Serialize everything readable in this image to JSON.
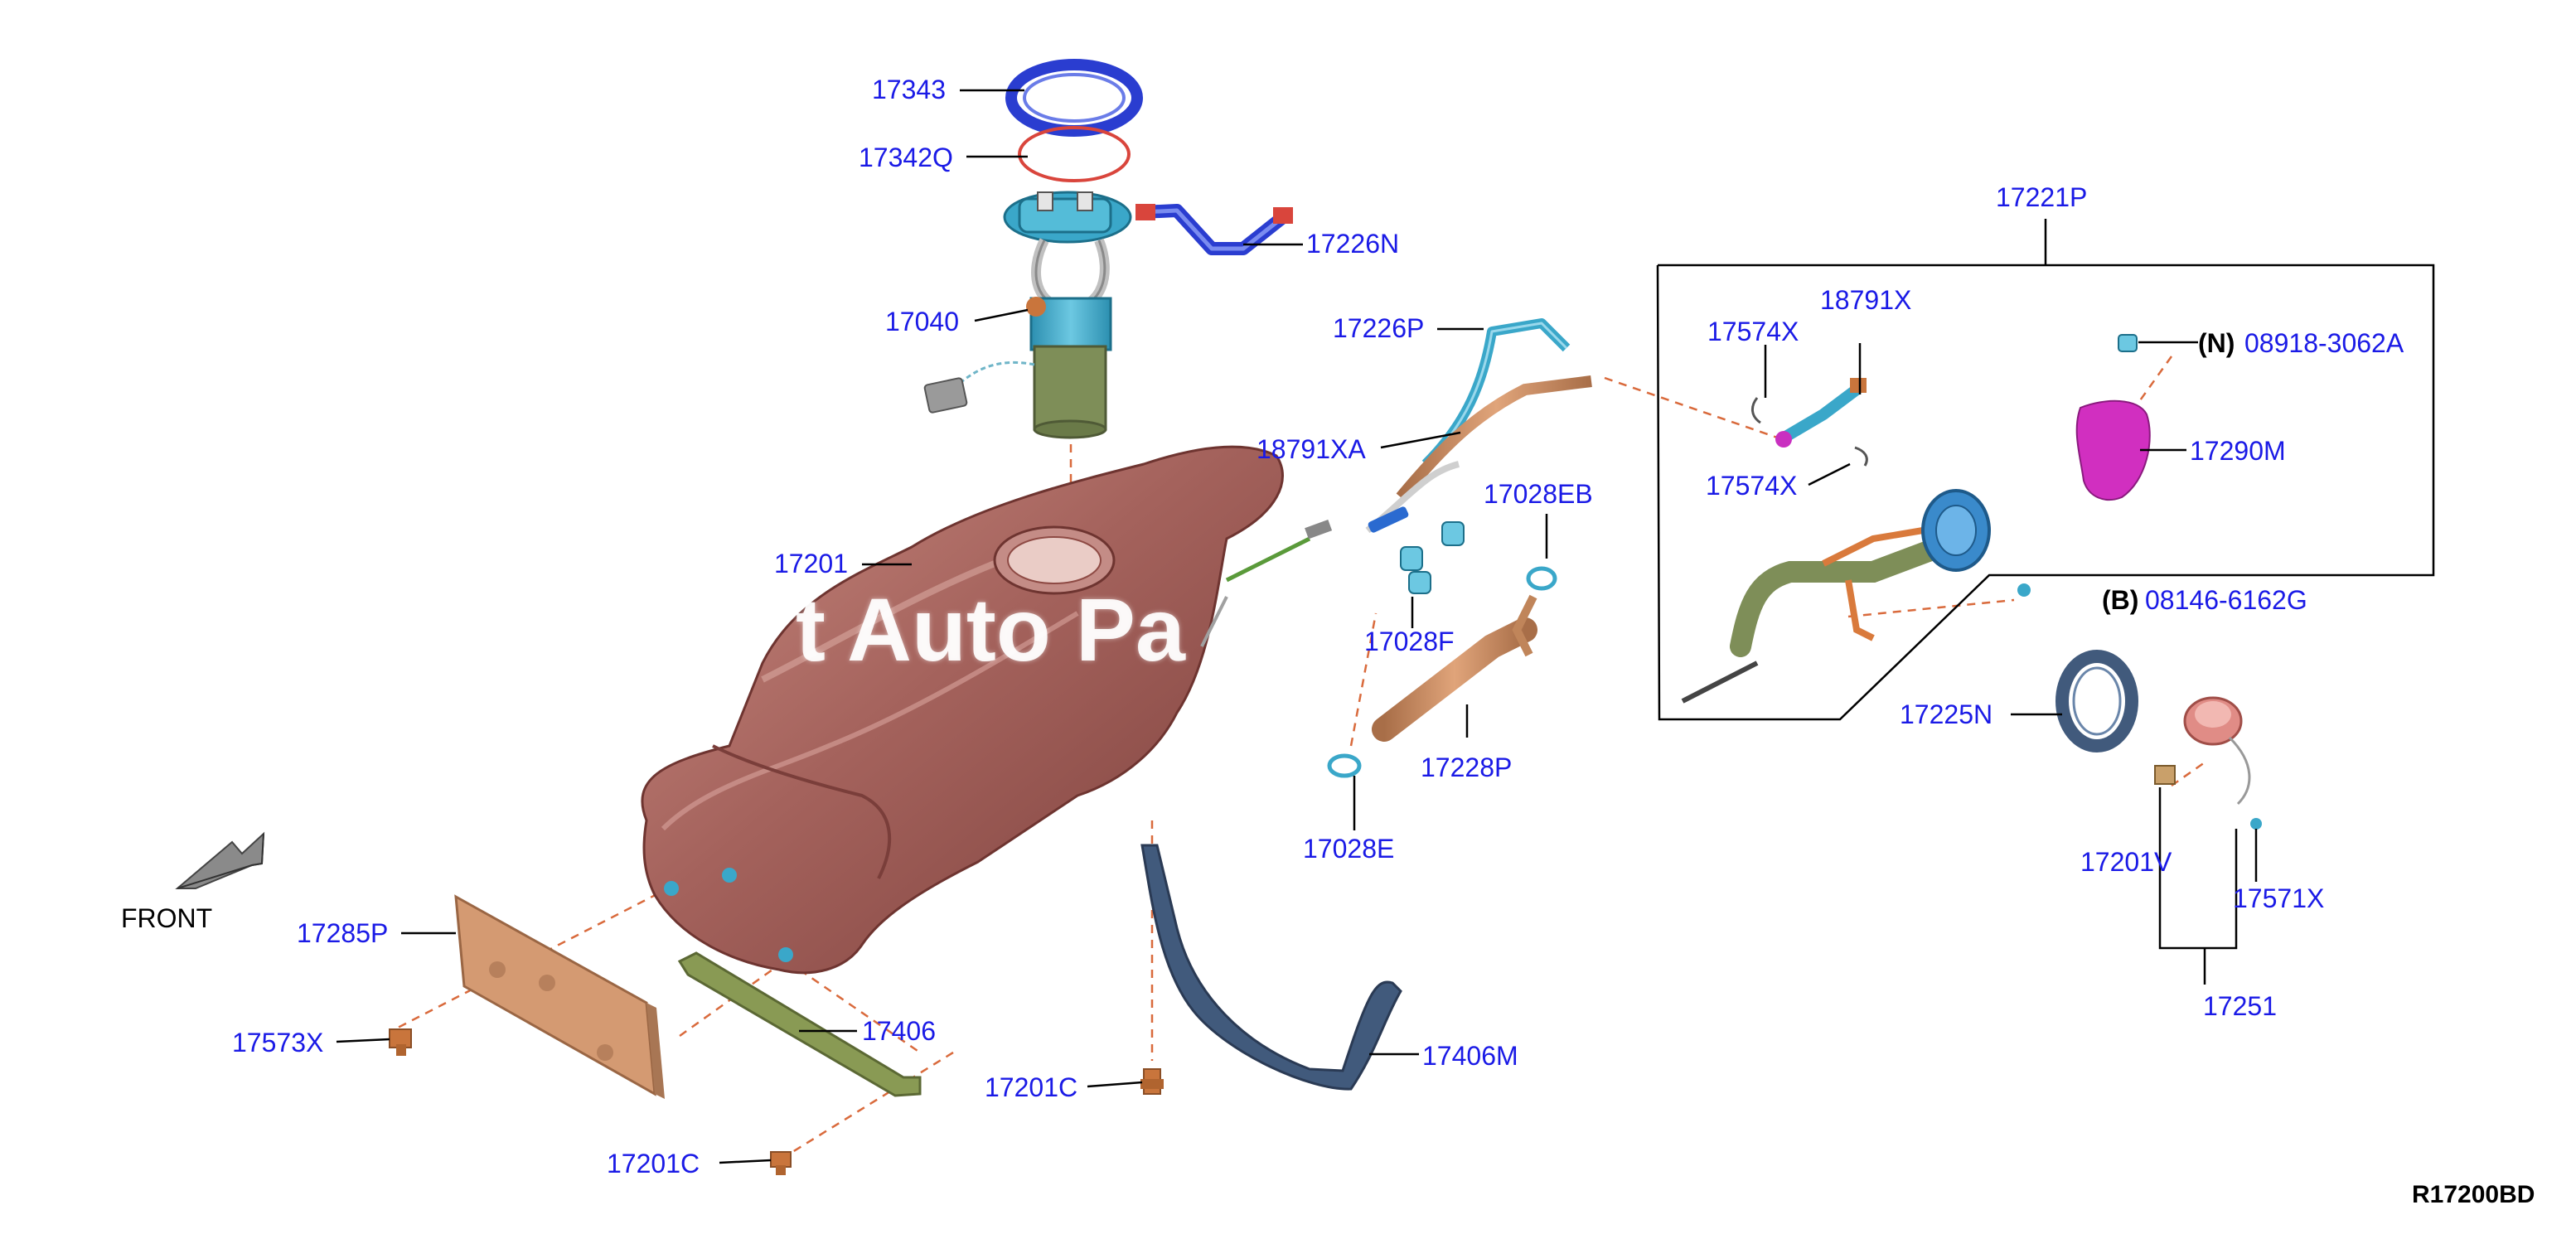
{
  "diagram": {
    "diagram_code": "R17200BD",
    "front_label": "FRONT",
    "watermark_text": "t Auto Pa",
    "colors": {
      "label_text": "#1a1ae6",
      "leader_line": "#000000",
      "dashed_guide": "#d96a3c",
      "fuel_tank": "#a4625c",
      "fuel_pump": "#3aa7c9",
      "pump_lower": "#7e8e58",
      "hoses": "#c0855a",
      "straps": "#415a7c",
      "shield": "#c98a5e",
      "bracket": "#899a54",
      "grommet": "#d12fc0"
    },
    "callouts": {
      "p17343": "17343",
      "p17342q": "17342Q",
      "p17226n": "17226N",
      "p17040": "17040",
      "p17226p": "17226P",
      "p18791xa": "18791XA",
      "p17201": "17201",
      "p17028eb": "17028EB",
      "p17028f": "17028F",
      "p17228p": "17228P",
      "p17028e": "17028E",
      "p17285p": "17285P",
      "p17573x": "17573X",
      "p17406": "17406",
      "p17201c_a": "17201C",
      "p17201c_b": "17201C",
      "p17406m": "17406M",
      "p17221p": "17221P",
      "p18791x": "18791X",
      "p17574x_a": "17574X",
      "p17574x_b": "17574X",
      "p08918_prefix": "(N)",
      "p08918": "08918-3062A",
      "p17290m": "17290M",
      "p08146_prefix": "(B)",
      "p08146": "08146-6162G",
      "p17225n": "17225N",
      "p17201v": "17201V",
      "p17571x": "17571X",
      "p17251": "17251"
    }
  }
}
